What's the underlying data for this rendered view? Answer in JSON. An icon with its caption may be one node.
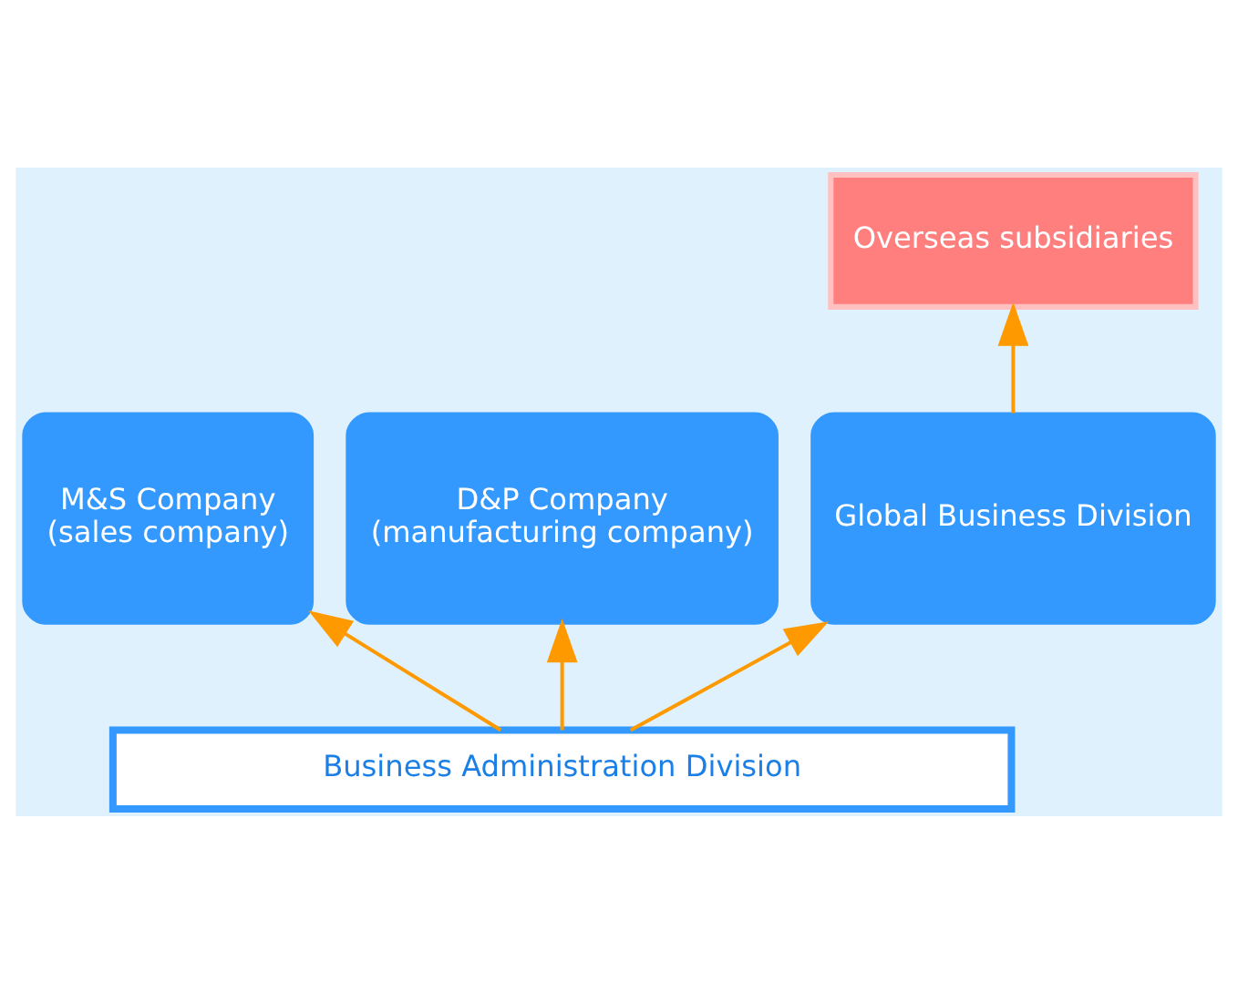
{
  "diagram": {
    "nodes": [
      {
        "text": [
          "Overseas subsidiaries"
        ]
      },
      {
        "text": [
          "M&S Company",
          "(sales company)"
        ]
      },
      {
        "text": [
          "D&P Company",
          "(manufacturing company)"
        ]
      },
      {
        "text": [
          "Global Business Division"
        ]
      },
      {
        "text": [
          "Business Administration Division"
        ]
      }
    ],
    "edges": [
      {
        "from": 4,
        "to": 1,
        "arrow": "to"
      },
      {
        "from": 4,
        "to": 2,
        "arrow": "to"
      },
      {
        "from": 4,
        "to": 3,
        "arrow": "to"
      },
      {
        "from": 3,
        "to": 0,
        "arrow": "to"
      }
    ]
  }
}
